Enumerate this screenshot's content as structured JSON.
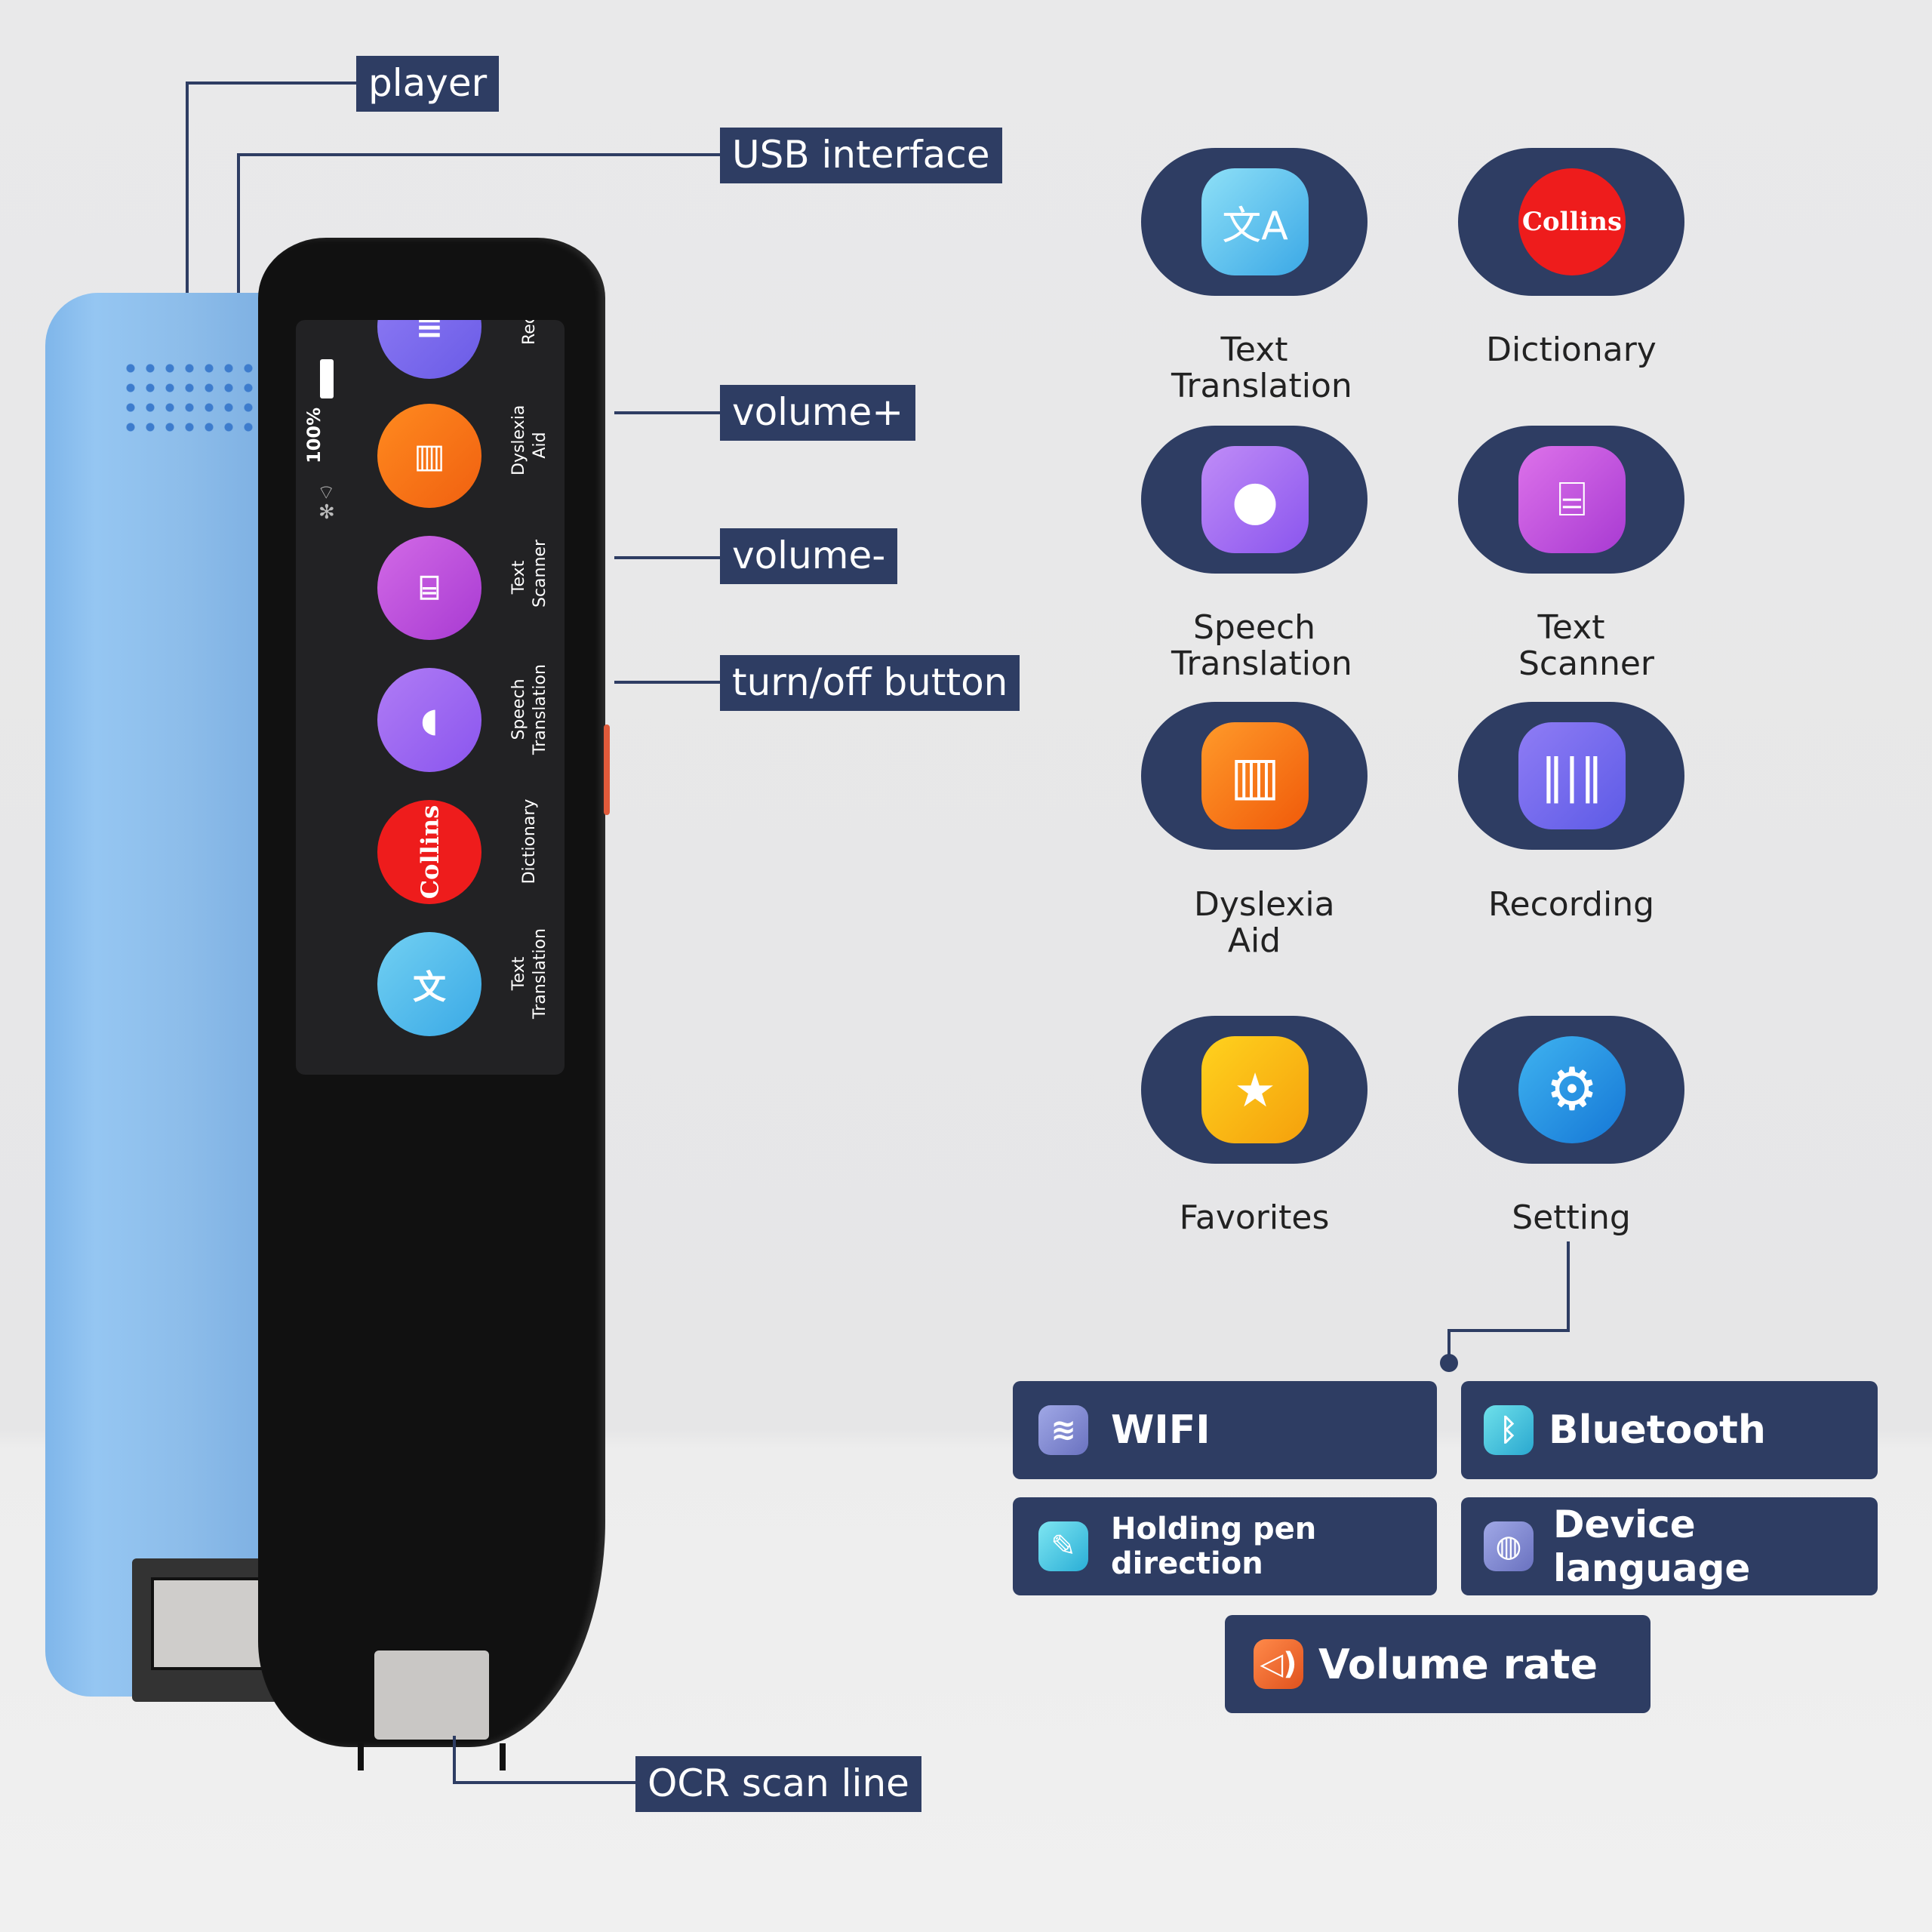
{
  "callouts": {
    "player": "player",
    "usb": "USB interface",
    "volume_up": "volume+",
    "volume_down": "volume-",
    "power": "turn/off button",
    "ocr": "OCR scan line"
  },
  "pen_screen": {
    "battery": "100%",
    "items": [
      {
        "label": "Record",
        "icon": "waveform-icon"
      },
      {
        "label": "Dyslexia Aid",
        "icon": "book-icon"
      },
      {
        "label": "Text Scanner",
        "icon": "scan-icon"
      },
      {
        "label": "Speech Translation",
        "icon": "microphone-icon"
      },
      {
        "label": "Dictionary",
        "icon": "collins-logo"
      },
      {
        "label": "Text Translation",
        "icon": "translate-icon"
      }
    ],
    "collins_logo_text": "Collins"
  },
  "apps": [
    {
      "label": "Text Translation",
      "icon": "translate-icon",
      "color": "#4fb8ea"
    },
    {
      "label": "Dictionary",
      "icon": "collins-logo",
      "color": "#ee1c1c",
      "logo_text": "Collins"
    },
    {
      "label": "Speech Translation",
      "icon": "microphone-icon",
      "color": "#9b6cf2"
    },
    {
      "label": "Text Scanner",
      "icon": "scan-icon",
      "color": "#c04ad9"
    },
    {
      "label": "Dyslexia Aid",
      "icon": "book-icon",
      "color": "#f26b0f"
    },
    {
      "label": "Recording",
      "icon": "waveform-icon",
      "color": "#6f6cf0"
    },
    {
      "label": "Favorites",
      "icon": "folder-star-icon",
      "color": "#f5b40c"
    },
    {
      "label": "Setting",
      "icon": "gear-icon",
      "color": "#1f8fe0"
    }
  ],
  "settings": [
    {
      "label": "WIFI",
      "icon": "wifi-icon",
      "color": "#7f88c9"
    },
    {
      "label": "Bluetooth",
      "icon": "bluetooth-icon",
      "color": "#3fc3d8"
    },
    {
      "label": "Holding pen direction",
      "icon": "pen-icon",
      "color": "#4cc9e0"
    },
    {
      "label": "Device language",
      "icon": "globe-icon",
      "color": "#7f88c9"
    },
    {
      "label": "Volume rate",
      "icon": "speaker-icon",
      "color": "#f06a2a"
    }
  ]
}
